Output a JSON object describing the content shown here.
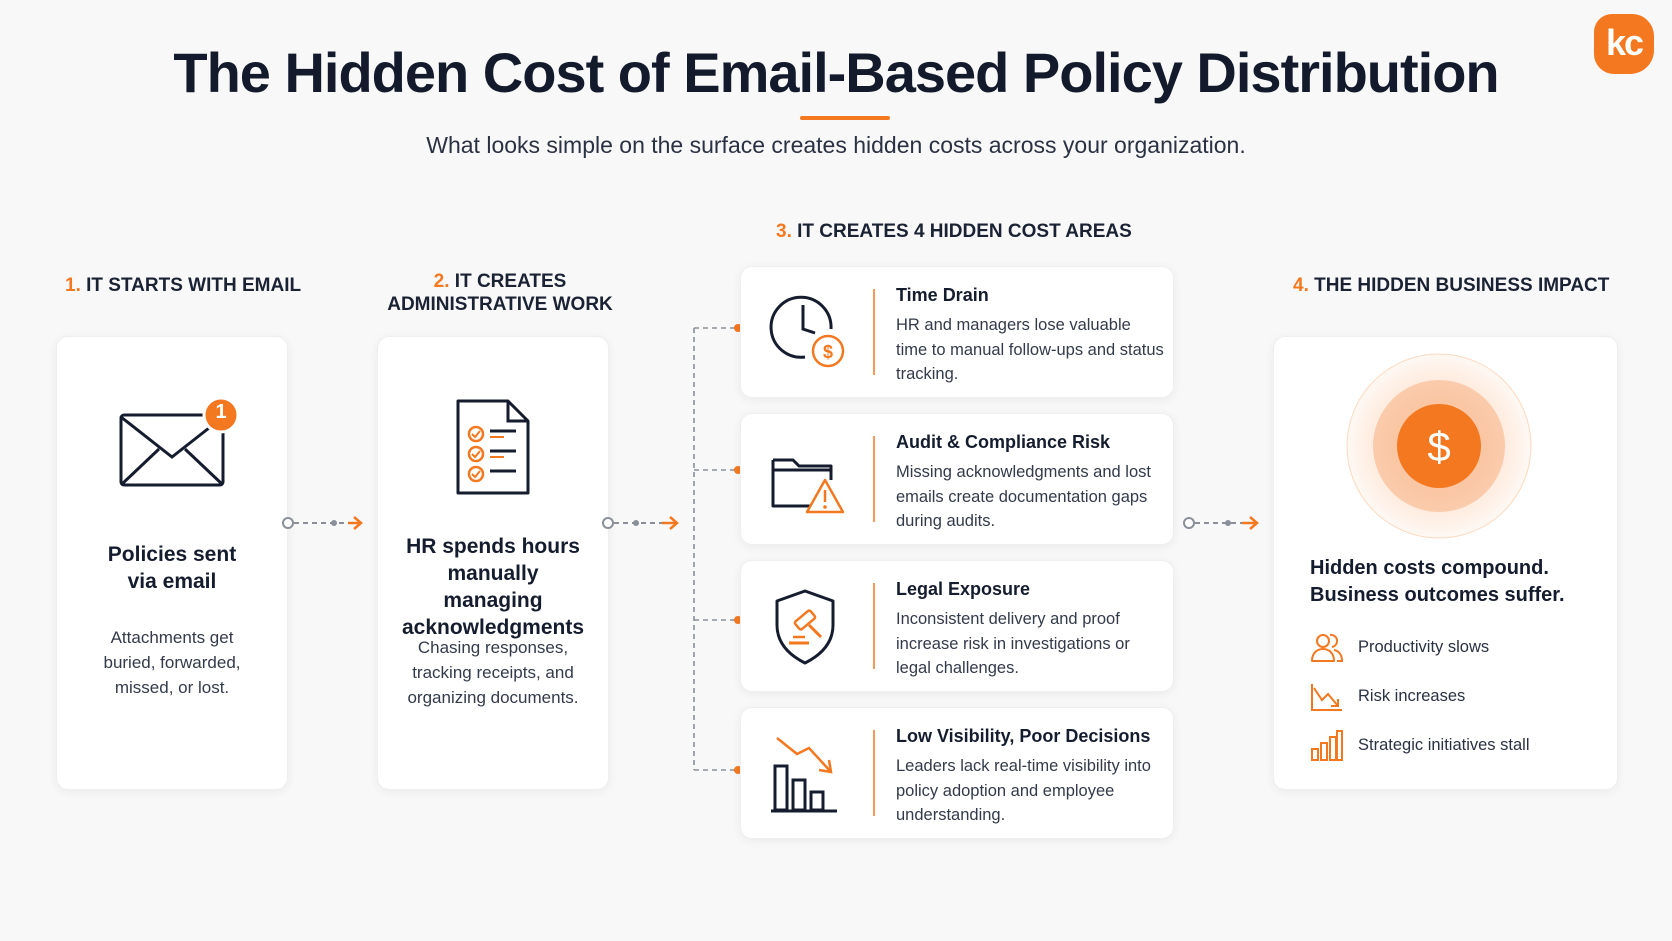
{
  "logo": {
    "text": "kc"
  },
  "header": {
    "title": "The Hidden Cost of Email-Based Policy Distribution",
    "subtitle": "What looks simple on the surface creates hidden costs across your organization."
  },
  "colors": {
    "accent": "#f4781f",
    "text": "#141c2e",
    "background": "#f8f8f8"
  },
  "steps": [
    {
      "num": "1.",
      "heading": "IT STARTS WITH EMAIL",
      "icon": "envelope-icon",
      "badge": "1",
      "title": "Policies sent via email",
      "description": "Attachments get buried, forwarded, missed, or lost."
    },
    {
      "num": "2.",
      "heading_line1": "IT CREATES",
      "heading_line2": "ADMINISTRATIVE WORK",
      "icon": "checklist-document-icon",
      "title": "HR spends hours manually managing acknowledgments",
      "description": "Chasing responses, tracking receipts, and organizing documents."
    },
    {
      "num": "3.",
      "heading": "IT CREATES 4 HIDDEN COST AREAS",
      "cost_areas": [
        {
          "icon": "clock-dollar-icon",
          "title": "Time Drain",
          "description": "HR and managers lose valuable time to manual follow-ups and status tracking."
        },
        {
          "icon": "folder-warning-icon",
          "title": "Audit & Compliance Risk",
          "description": "Missing acknowledgments and lost emails create documentation gaps during audits."
        },
        {
          "icon": "shield-gavel-icon",
          "title": "Legal Exposure",
          "description": "Inconsistent delivery and proof increase risk in investigations or legal challenges."
        },
        {
          "icon": "declining-bar-chart-icon",
          "title": "Low Visibility, Poor Decisions",
          "description": "Leaders lack real-time visibility into policy adoption and employee understanding."
        }
      ]
    },
    {
      "num": "4.",
      "heading": "THE HIDDEN BUSINESS IMPACT",
      "icon": "dollar-target-icon",
      "title": "Hidden costs compound. Business outcomes suffer.",
      "impacts": [
        {
          "icon": "people-icon",
          "label": "Productivity slows"
        },
        {
          "icon": "declining-line-icon",
          "label": "Risk increases"
        },
        {
          "icon": "bar-chart-icon",
          "label": "Strategic initiatives stall"
        }
      ]
    }
  ]
}
